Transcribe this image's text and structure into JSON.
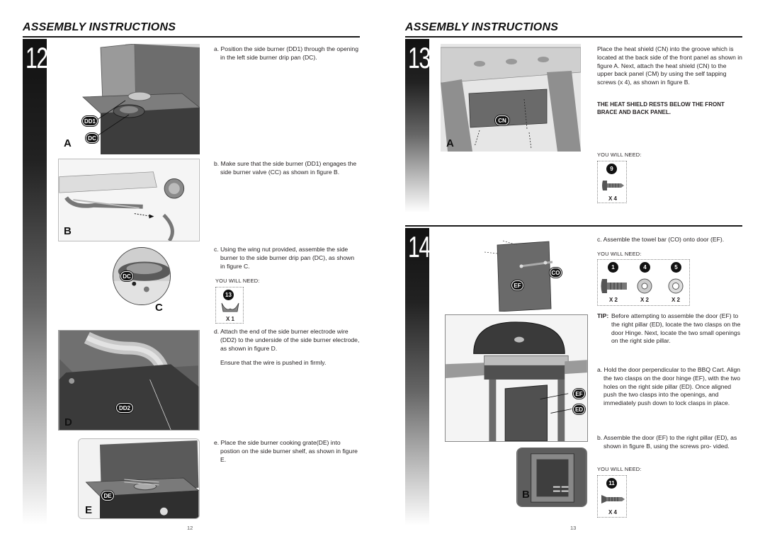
{
  "left_page": {
    "title": "ASSEMBLY INSTRUCTIONS",
    "step_number": "12",
    "page_number": "12",
    "figures": [
      {
        "letter": "A",
        "callouts": [
          "DD1",
          "DC"
        ]
      },
      {
        "letter": "B",
        "callouts": []
      },
      {
        "letter": "C",
        "callouts": [
          "DC"
        ]
      },
      {
        "letter": "D",
        "callouts": [
          "DD2"
        ]
      },
      {
        "letter": "E",
        "callouts": [
          "DE"
        ]
      }
    ],
    "instructions": {
      "a": "a. Position the side burner (DD1) through the opening in the left side burner drip pan (DC).",
      "b": "b. Make sure that the side burner (DD1) engages the side burner valve (CC) as shown in figure B.",
      "c": "c. Using the wing nut provided, assemble the side burner to the side burner drip pan (DC), as shown in figure C.",
      "c_need_label": "YOU WILL NEED:",
      "c_part_number": "13",
      "c_part_qty": "X 1",
      "d": "d. Attach the end of the side burner electrode wire (DD2) to the underside of the side burner electrode, as shown in figure D.",
      "d_note": "Ensure that the wire is pushed in firmly.",
      "e": "e. Place the side burner cooking grate(DE) into postion on the side burner shelf, as shown in figure E."
    }
  },
  "right_page": {
    "title": "ASSEMBLY INSTRUCTIONS",
    "step13_number": "13",
    "step14_number": "14",
    "page_number": "13",
    "step13": {
      "figure_letter": "A",
      "callout": "CN",
      "text": "Place the heat shield (CN) into the groove which is located at the back side of the front panel as shown in figure A. Next, attach the heat shield (CN) to the upper back panel (CM) by using the self tapping screws (x 4), as shown in figure B.",
      "bold_note": "THE HEAT SHIELD RESTS BELOW THE FRONT BRACE AND BACK PANEL.",
      "need_label": "YOU WILL NEED:",
      "part_number": "9",
      "part_qty": "X 4"
    },
    "step14": {
      "callouts_top": [
        "CO",
        "EF"
      ],
      "callouts_bottom": [
        "EF",
        "ED"
      ],
      "figure_b_letter": "B",
      "c_text": "c. Assemble the towel bar (CO) onto door (EF).",
      "c_need_label": "YOU WILL NEED:",
      "c_parts": [
        {
          "number": "1",
          "qty": "X 2"
        },
        {
          "number": "4",
          "qty": "X 2"
        },
        {
          "number": "5",
          "qty": "X 2"
        }
      ],
      "tip_label": "TIP:",
      "tip_text": "Before attempting to assemble the door (EF) to the right pillar (ED), locate the two clasps on the door Hinge. Next, locate the two small openings on the right side pillar.",
      "a_text": "a. Hold the door perpendicular to the BBQ Cart. Align the two clasps on the door hinge (EF), with the two holes on the right side pillar (ED). Once aligned push the two clasps into the openings, and immediately push down to lock clasps in place.",
      "b_text": "b. Assemble the door (EF) to the right pillar (ED), as shown in figure B, using the screws pro- vided.",
      "b_need_label": "YOU WILL NEED:",
      "b_part_number": "11",
      "b_part_qty": "X 4"
    }
  }
}
